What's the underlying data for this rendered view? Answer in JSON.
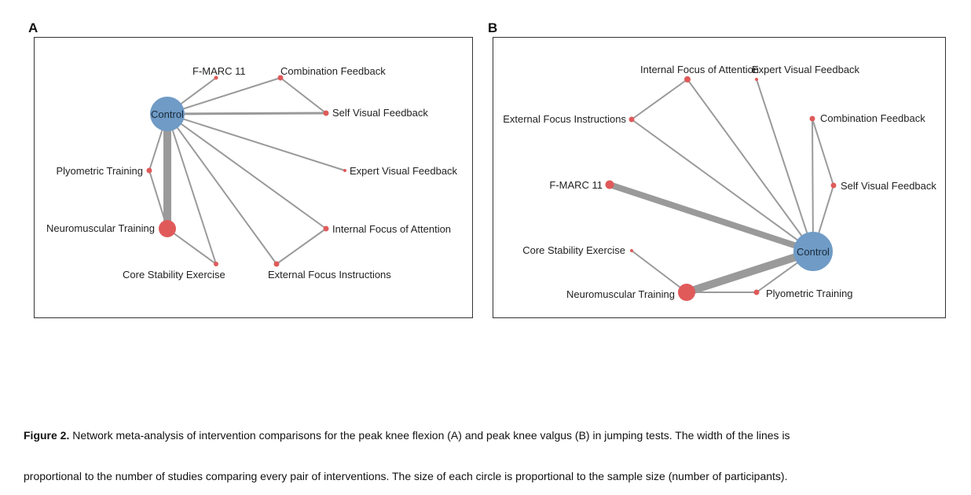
{
  "panels": [
    {
      "letter": "A",
      "nodes": {
        "control": "Control",
        "fmarc": "F-MARC 11",
        "combo": "Combination Feedback",
        "selfvis": "Self Visual Feedback",
        "expert": "Expert Visual Feedback",
        "internal": "Internal Focus of Attention",
        "external": "External Focus Instructions",
        "core": "Core Stability Exercise",
        "neuro": "Neuromuscular Training",
        "plyo": "Plyometric Training"
      }
    },
    {
      "letter": "B",
      "nodes": {
        "internal": "Internal Focus of Attention",
        "expert": "Expert Visual Feedback",
        "external": "External Focus Instructions",
        "combo": "Combination Feedback",
        "fmarc": "F-MARC 11",
        "selfvis": "Self Visual Feedback",
        "core": "Core Stability Exercise",
        "control": "Control",
        "neuro": "Neuromuscular Training",
        "plyo": "Plyometric Training"
      }
    }
  ],
  "colors": {
    "control_node": "#6f9bc6",
    "intervention_node": "#e05a5a",
    "edge": "#9a9a9a"
  },
  "caption": {
    "label": "Figure 2.",
    "line1": "Network meta-analysis of intervention comparisons for the peak knee flexion (A) and peak knee valgus (B) in jumping tests. The width of the lines is",
    "line2": "proportional to the number of studies comparing every pair of interventions. The size of each circle is proportional to the sample size (number of participants)."
  }
}
